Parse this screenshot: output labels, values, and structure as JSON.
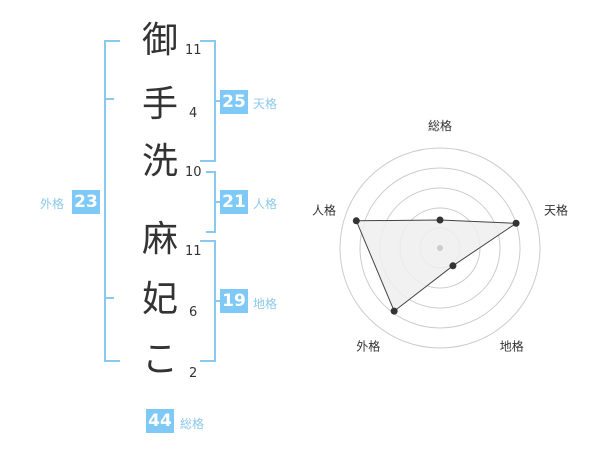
{
  "name": {
    "characters": [
      {
        "char": "御",
        "strokes": "11"
      },
      {
        "char": "手",
        "strokes": "4"
      },
      {
        "char": "洗",
        "strokes": "10"
      },
      {
        "char": "麻",
        "strokes": "11"
      },
      {
        "char": "妃",
        "strokes": "6"
      },
      {
        "char": "こ",
        "strokes": "2"
      }
    ]
  },
  "kakusu": {
    "tenkaku": {
      "value": "25",
      "label": "天格"
    },
    "jinkaku": {
      "value": "21",
      "label": "人格"
    },
    "chikaku": {
      "value": "19",
      "label": "地格"
    },
    "gaikaku": {
      "value": "23",
      "label": "外格"
    },
    "soukaku": {
      "value": "44",
      "label": "総格"
    }
  },
  "chart_data": {
    "type": "radar",
    "axes": [
      "総格",
      "天格",
      "地格",
      "外格",
      "人格"
    ],
    "values": [
      1.4,
      4.0,
      1.1,
      3.9,
      4.4
    ],
    "rmax": 5,
    "rings": 5,
    "colors": {
      "fill": "#eeeeee",
      "line": "#444444",
      "grid": "#cccccc",
      "point": "#333333"
    }
  }
}
